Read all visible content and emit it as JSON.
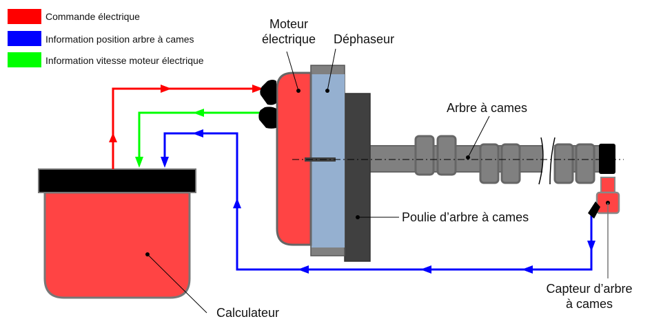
{
  "legend": [
    {
      "label": "Commande électrique",
      "color": "#ff0000"
    },
    {
      "label": "Information position arbre à cames",
      "color": "#0000ff"
    },
    {
      "label": "Information vitesse moteur électrique",
      "color": "#00ff00"
    }
  ],
  "labels": {
    "motor_line1": "Moteur",
    "motor_line2": "électrique",
    "phaser": "Déphaseur",
    "camshaft": "Arbre à cames",
    "pulley": "Poulie d’arbre à cames",
    "ecu": "Calculateur",
    "sensor_line1": "Capteur d’arbre",
    "sensor_line2": "à cames"
  },
  "colors": {
    "command": "#ff0000",
    "position": "#0000ff",
    "speed": "#00ff00",
    "component_red": "#ff4444",
    "phaser_blue": "#95b0d0",
    "pulley_dark": "#404040",
    "shaft_gray": "#808080",
    "outline_gray": "#666666"
  }
}
